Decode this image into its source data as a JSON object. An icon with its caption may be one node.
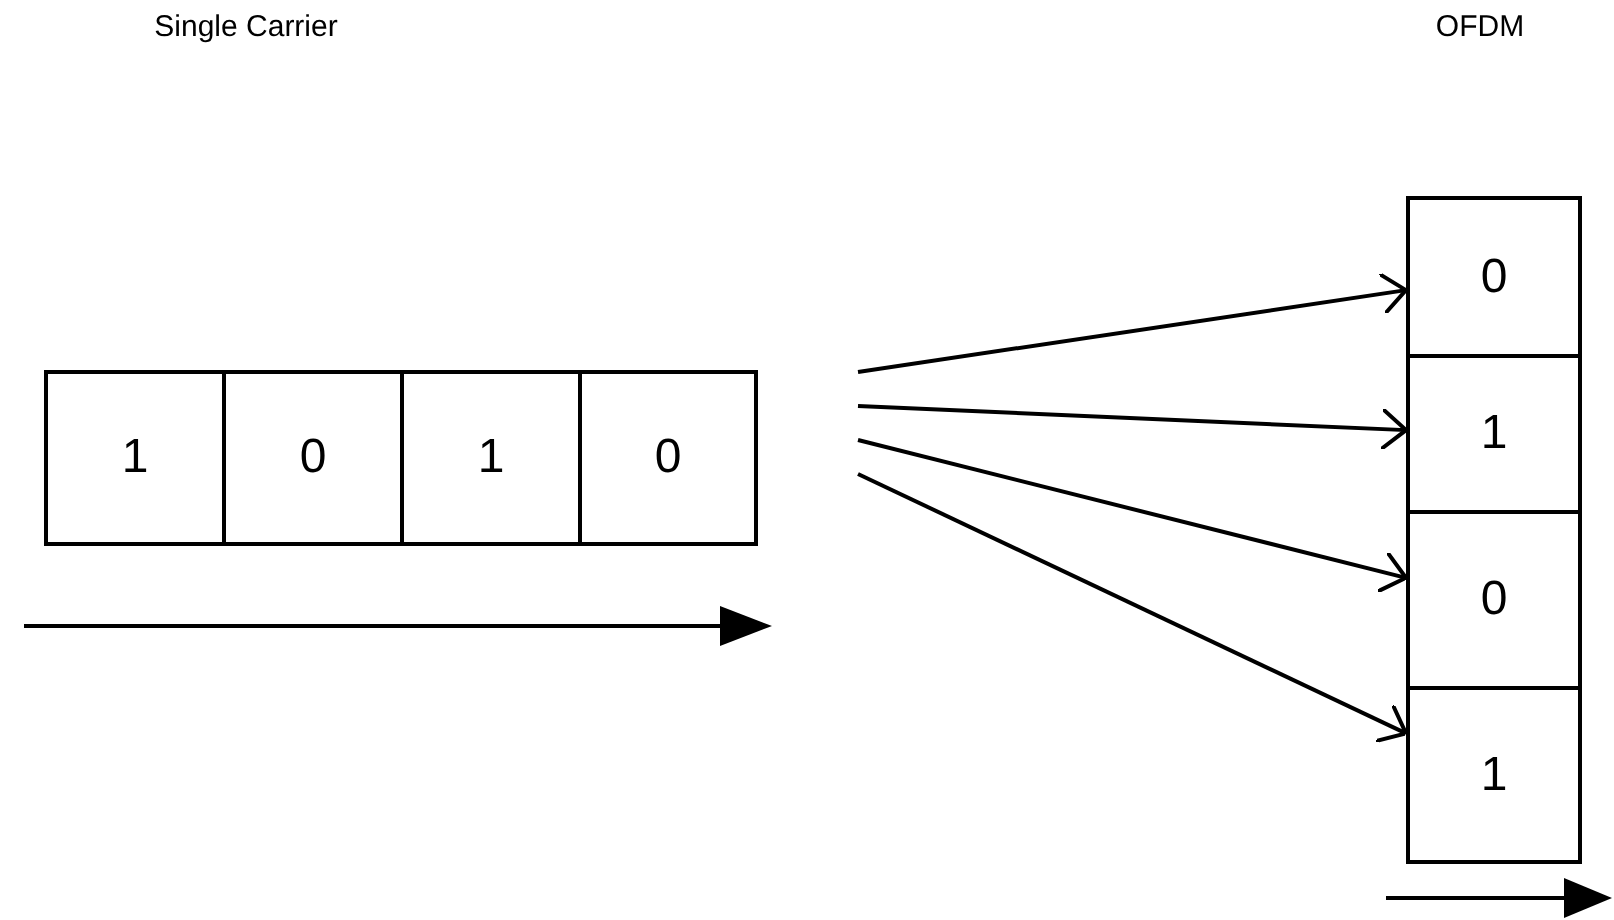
{
  "diagram": {
    "nodes": [
      {
        "text": [
          "1"
        ]
      },
      {
        "text": [
          "0"
        ]
      },
      {
        "text": [
          "1"
        ]
      },
      {
        "text": [
          "0"
        ]
      },
      {
        "text": [
          "0"
        ]
      },
      {
        "text": [
          "1"
        ]
      },
      {
        "text": [
          "0"
        ]
      },
      {
        "text": [
          "1"
        ]
      }
    ],
    "edges": [
      {
        "from": null,
        "to": 4,
        "arrow": "to"
      },
      {
        "from": null,
        "to": 5,
        "arrow": "to"
      },
      {
        "from": null,
        "to": 6,
        "arrow": "to"
      },
      {
        "from": null,
        "to": 7,
        "arrow": "to"
      }
    ],
    "labels": [
      "Single Carrier",
      "OFDM"
    ]
  }
}
